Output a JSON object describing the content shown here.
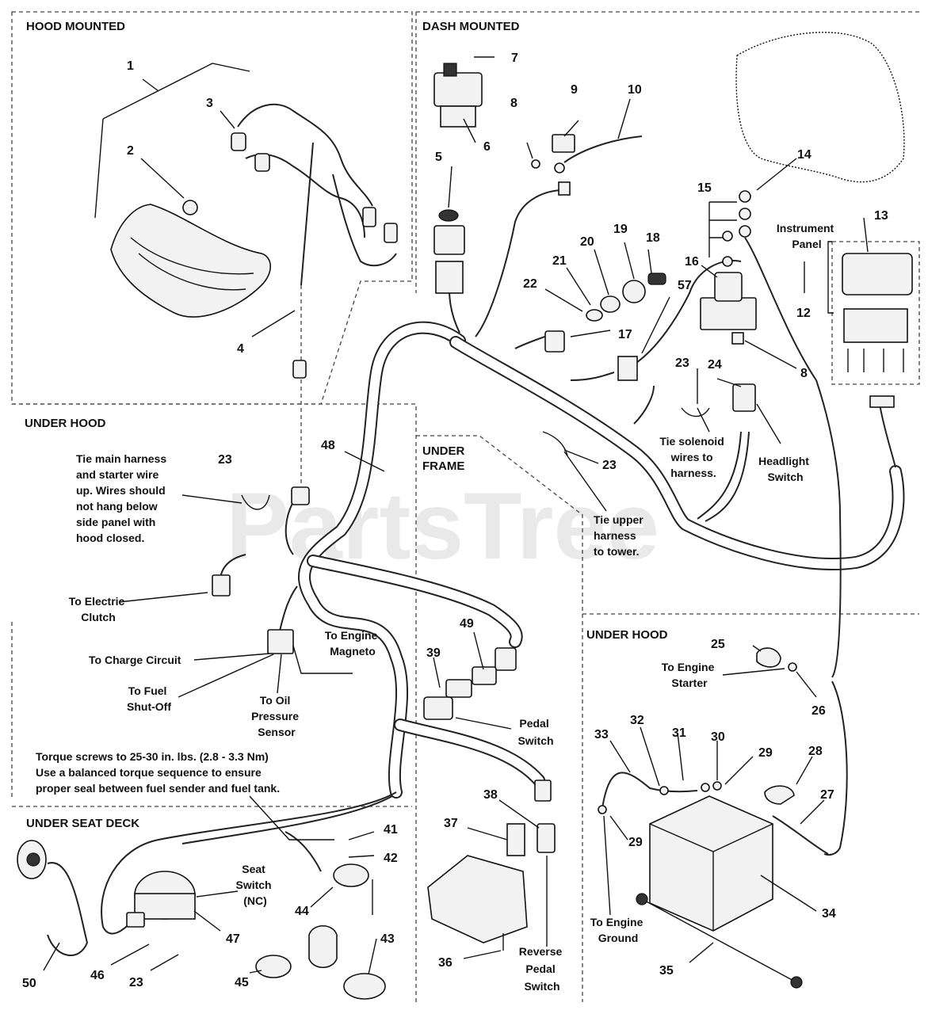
{
  "sections": {
    "hood_mounted": "HOOD MOUNTED",
    "dash_mounted": "DASH MOUNTED",
    "under_hood_left": "UNDER HOOD",
    "under_frame_line1": "UNDER",
    "under_frame_line2": "FRAME",
    "under_hood_right": "UNDER HOOD",
    "under_seat_deck": "UNDER SEAT DECK"
  },
  "watermark": "PartsTree",
  "callouts": [
    "1",
    "2",
    "3",
    "4",
    "5",
    "6",
    "7",
    "8",
    "9",
    "10",
    "13",
    "14",
    "15",
    "16",
    "17",
    "18",
    "19",
    "20",
    "21",
    "22",
    "23",
    "24",
    "8",
    "57",
    "12",
    "23",
    "23",
    "48",
    "49",
    "39",
    "25",
    "26",
    "33",
    "32",
    "31",
    "30",
    "29",
    "28",
    "27",
    "29",
    "34",
    "35",
    "38",
    "37",
    "36",
    "41",
    "42",
    "44",
    "43",
    "45",
    "47",
    "46",
    "23",
    "50"
  ],
  "notes": {
    "instrument_panel": [
      "Instrument",
      "Panel"
    ],
    "tie_solenoid": [
      "Tie solenoid",
      "wires to",
      "harness."
    ],
    "headlight_switch": [
      "Headlight",
      "Switch"
    ],
    "tie_upper": [
      "Tie upper",
      "harness",
      "to tower."
    ],
    "tie_main": [
      "Tie main harness",
      "and starter wire",
      "up. Wires should",
      "not hang below",
      "side panel with",
      "hood closed."
    ],
    "electric_clutch": [
      "To Electric",
      "Clutch"
    ],
    "engine_magneto": [
      "To Engine",
      "Magneto"
    ],
    "charge_circuit": [
      "To Charge Circuit"
    ],
    "fuel_shutoff": [
      "To Fuel",
      "Shut-Off"
    ],
    "oil_pressure": [
      "To Oil",
      "Pressure",
      "Sensor"
    ],
    "pedal_switch": [
      "Pedal",
      "Switch"
    ],
    "engine_starter": [
      "To Engine",
      "Starter"
    ],
    "engine_ground": [
      "To Engine",
      "Ground"
    ],
    "seat_switch": [
      "Seat",
      "Switch",
      "(NC)"
    ],
    "reverse_pedal": [
      "Reverse",
      "Pedal",
      "Switch"
    ],
    "torque": [
      "Torque screws to 25-30 in. lbs. (2.8 - 3.3 Nm)",
      "Use a balanced torque sequence to ensure",
      "proper seal between fuel sender and fuel tank."
    ]
  }
}
